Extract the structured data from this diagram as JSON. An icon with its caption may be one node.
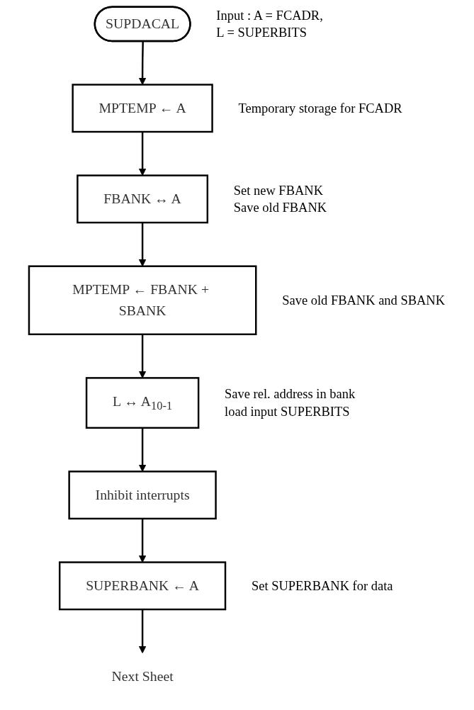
{
  "diagram": {
    "nodes": [
      {
        "text": [
          "SUPDACAL"
        ],
        "beside": [
          "Input : A = FCADR,",
          "L = SUPERBITS"
        ]
      },
      {
        "text": [
          "MPTEMP ← A"
        ],
        "beside": [
          "Temporary storage for FCADR"
        ]
      },
      {
        "text": [
          "FBANK ↔ A"
        ],
        "beside": [
          "Set new FBANK",
          "Save old FBANK"
        ]
      },
      {
        "text": [
          "MPTEMP ← FBANK + SBANK"
        ],
        "beside": [
          "Save old FBANK and SBANK"
        ]
      },
      {
        "text": [
          "L ↔ A$_{10-1}$"
        ],
        "beside": [
          "Save rel. address in bank",
          "load input SUPERBITS"
        ]
      },
      {
        "text": [
          "Inhibit interrupts"
        ]
      },
      {
        "text": [
          "SUPERBANK ← A"
        ],
        "beside": [
          "Set SUPERBANK for data"
        ]
      },
      {
        "text": [
          "Next Sheet"
        ]
      }
    ],
    "edges": [
      {
        "from": 0,
        "to": 1,
        "arrow": "to"
      },
      {
        "from": 1,
        "to": 2,
        "arrow": "to"
      },
      {
        "from": 2,
        "to": 3,
        "arrow": "to"
      },
      {
        "from": 3,
        "to": 4,
        "arrow": "to"
      },
      {
        "from": 4,
        "to": 5,
        "arrow": "to"
      },
      {
        "from": 5,
        "to": 6,
        "arrow": "to"
      },
      {
        "from": 6,
        "to": 7,
        "arrow": "to"
      }
    ]
  }
}
